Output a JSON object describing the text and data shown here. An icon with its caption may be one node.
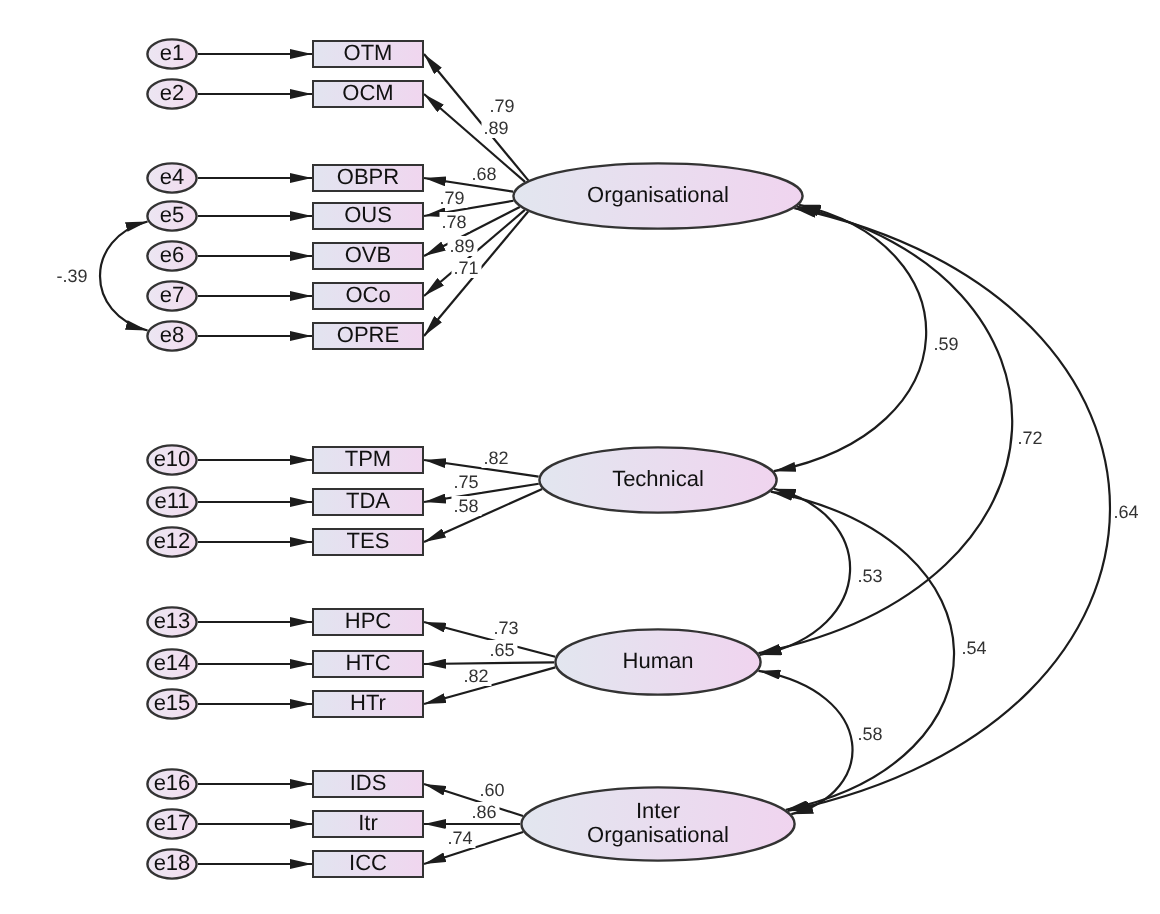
{
  "diagram": {
    "nodes": [
      {
        "text": [
          "e1"
        ]
      },
      {
        "text": [
          "OTM"
        ]
      },
      {
        "text": [
          "e2"
        ]
      },
      {
        "text": [
          "OCM"
        ]
      },
      {
        "text": [
          "e4"
        ]
      },
      {
        "text": [
          "OBPR"
        ]
      },
      {
        "text": [
          "e5"
        ]
      },
      {
        "text": [
          "OUS"
        ]
      },
      {
        "text": [
          "e6"
        ]
      },
      {
        "text": [
          "OVB"
        ]
      },
      {
        "text": [
          "e7"
        ]
      },
      {
        "text": [
          "OCo"
        ]
      },
      {
        "text": [
          "e8"
        ]
      },
      {
        "text": [
          "OPRE"
        ]
      },
      {
        "text": [
          "Organisational"
        ]
      },
      {
        "text": [
          "e10"
        ]
      },
      {
        "text": [
          "TPM"
        ]
      },
      {
        "text": [
          "e11"
        ]
      },
      {
        "text": [
          "TDA"
        ]
      },
      {
        "text": [
          "e12"
        ]
      },
      {
        "text": [
          "TES"
        ]
      },
      {
        "text": [
          "Technical"
        ]
      },
      {
        "text": [
          "e13"
        ]
      },
      {
        "text": [
          "HPC"
        ]
      },
      {
        "text": [
          "e14"
        ]
      },
      {
        "text": [
          "HTC"
        ]
      },
      {
        "text": [
          "e15"
        ]
      },
      {
        "text": [
          "HTr"
        ]
      },
      {
        "text": [
          "Human"
        ]
      },
      {
        "text": [
          "e16"
        ]
      },
      {
        "text": [
          "IDS"
        ]
      },
      {
        "text": [
          "e17"
        ]
      },
      {
        "text": [
          "Itr"
        ]
      },
      {
        "text": [
          "e18"
        ]
      },
      {
        "text": [
          "ICC"
        ]
      },
      {
        "text": [
          "Inter Organisational"
        ]
      }
    ],
    "edges": [
      {
        "from": 0,
        "to": 1,
        "arrow": "to"
      },
      {
        "from": 2,
        "to": 3,
        "arrow": "to"
      },
      {
        "from": 4,
        "to": 5,
        "arrow": "to"
      },
      {
        "from": 6,
        "to": 7,
        "arrow": "to"
      },
      {
        "from": 8,
        "to": 9,
        "arrow": "to"
      },
      {
        "from": 10,
        "to": 11,
        "arrow": "to"
      },
      {
        "from": 12,
        "to": 13,
        "arrow": "to"
      },
      {
        "from": 15,
        "to": 16,
        "arrow": "to"
      },
      {
        "from": 17,
        "to": 18,
        "arrow": "to"
      },
      {
        "from": 19,
        "to": 20,
        "arrow": "to"
      },
      {
        "from": 22,
        "to": 23,
        "arrow": "to"
      },
      {
        "from": 24,
        "to": 25,
        "arrow": "to"
      },
      {
        "from": 26,
        "to": 27,
        "arrow": "to"
      },
      {
        "from": 29,
        "to": 30,
        "arrow": "to"
      },
      {
        "from": 31,
        "to": 32,
        "arrow": "to"
      },
      {
        "from": 33,
        "to": 34,
        "arrow": "to"
      },
      {
        "from": 14,
        "to": 1,
        "arrow": "to",
        "label": ".79"
      },
      {
        "from": 14,
        "to": 3,
        "arrow": "to",
        "label": ".89"
      },
      {
        "from": 14,
        "to": 5,
        "arrow": "to",
        "label": ".68"
      },
      {
        "from": 14,
        "to": 7,
        "arrow": "to",
        "label": ".79"
      },
      {
        "from": 14,
        "to": 9,
        "arrow": "to",
        "label": ".78"
      },
      {
        "from": 14,
        "to": 11,
        "arrow": "to",
        "label": ".89"
      },
      {
        "from": 14,
        "to": 13,
        "arrow": "to",
        "label": ".71"
      },
      {
        "from": 21,
        "to": 16,
        "arrow": "to",
        "label": ".82"
      },
      {
        "from": 21,
        "to": 18,
        "arrow": "to",
        "label": ".75"
      },
      {
        "from": 21,
        "to": 20,
        "arrow": "to",
        "label": ".58"
      },
      {
        "from": 28,
        "to": 23,
        "arrow": "to",
        "label": ".73"
      },
      {
        "from": 28,
        "to": 25,
        "arrow": "to",
        "label": ".65"
      },
      {
        "from": 28,
        "to": 27,
        "arrow": "to",
        "label": ".82"
      },
      {
        "from": 35,
        "to": 30,
        "arrow": "to",
        "label": ".60"
      },
      {
        "from": 35,
        "to": 32,
        "arrow": "to",
        "label": ".86"
      },
      {
        "from": 35,
        "to": 34,
        "arrow": "to",
        "label": ".74"
      },
      {
        "from": 6,
        "to": 12,
        "arrow": "both",
        "label": "-.39"
      },
      {
        "from": 14,
        "to": 21,
        "arrow": "both",
        "label": ".59"
      },
      {
        "from": 14,
        "to": 28,
        "arrow": "both",
        "label": ".72"
      },
      {
        "from": 14,
        "to": 35,
        "arrow": "both",
        "label": ".64"
      },
      {
        "from": 21,
        "to": 28,
        "arrow": "both",
        "label": ".53"
      },
      {
        "from": 21,
        "to": 35,
        "arrow": "both",
        "label": ".54"
      },
      {
        "from": 28,
        "to": 35,
        "arrow": "both",
        "label": ".58"
      }
    ]
  }
}
